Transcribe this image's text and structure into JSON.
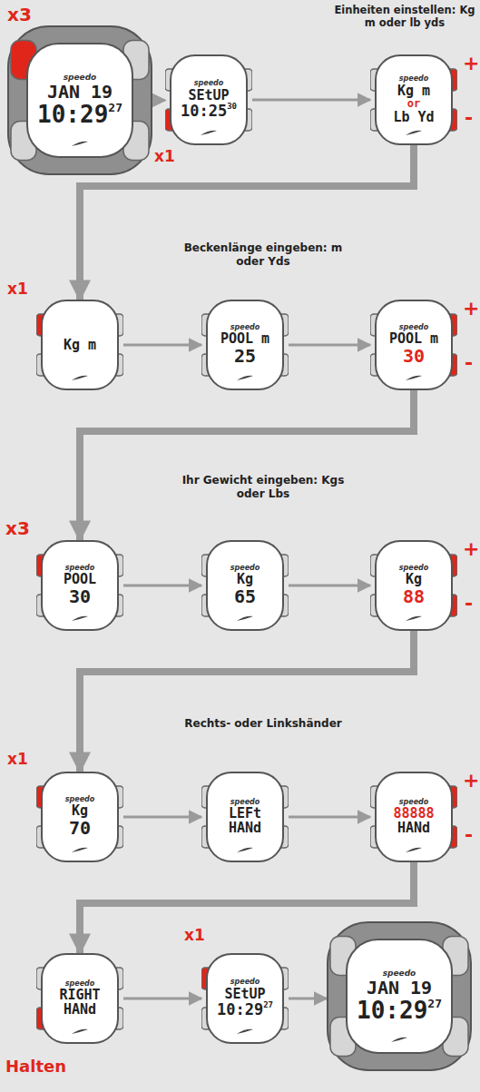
{
  "diagram": {
    "nodes": [
      {
        "text": [
          "speedo",
          "JAN 19",
          "10:29",
          "27"
        ]
      },
      {
        "text": [
          "speedo",
          "SEtUP",
          "10:25",
          "30"
        ]
      },
      {
        "text": [
          "speedo",
          "Kg m",
          "or",
          "Lb Yd"
        ]
      },
      {
        "text": [
          "Kg m"
        ]
      },
      {
        "text": [
          "speedo",
          "POOL m",
          "25"
        ]
      },
      {
        "text": [
          "speedo",
          "POOL m",
          "30"
        ]
      },
      {
        "text": [
          "speedo",
          "POOL",
          "30"
        ]
      },
      {
        "text": [
          "speedo",
          "Kg",
          "65"
        ]
      },
      {
        "text": [
          "speedo",
          "Kg",
          "88"
        ]
      },
      {
        "text": [
          "speedo",
          "Kg",
          "70"
        ]
      },
      {
        "text": [
          "speedo",
          "LEFt",
          "HANd"
        ]
      },
      {
        "text": [
          "speedo",
          "88888",
          "HANd"
        ]
      },
      {
        "text": [
          "speedo",
          "RIGHT",
          "HANd"
        ]
      },
      {
        "text": [
          "speedo",
          "SEtUP",
          "10:29",
          "27"
        ]
      },
      {
        "text": [
          "speedo",
          "JAN 19",
          "10:29",
          "27"
        ]
      }
    ],
    "edges": [
      {
        "from": 0,
        "to": 1,
        "arrow": "to"
      },
      {
        "from": 1,
        "to": 2,
        "arrow": "to"
      },
      {
        "from": 2,
        "to": 3,
        "arrow": "to"
      },
      {
        "from": 3,
        "to": 4,
        "arrow": "to"
      },
      {
        "from": 4,
        "to": 5,
        "arrow": "to"
      },
      {
        "from": 5,
        "to": 6,
        "arrow": "to"
      },
      {
        "from": 6,
        "to": 7,
        "arrow": "to"
      },
      {
        "from": 7,
        "to": 8,
        "arrow": "to"
      },
      {
        "from": 8,
        "to": 9,
        "arrow": "to"
      },
      {
        "from": 9,
        "to": 10,
        "arrow": "to"
      },
      {
        "from": 10,
        "to": 11,
        "arrow": "to"
      },
      {
        "from": 11,
        "to": 12,
        "arrow": "to"
      },
      {
        "from": 12,
        "to": 13,
        "arrow": "to"
      },
      {
        "from": 13,
        "to": 14,
        "arrow": "to"
      }
    ],
    "labels": [
      "Einheiten einstellen: Kg m oder lb yds",
      "x3",
      "x1",
      "+",
      "-",
      "Beckenlänge eingeben: m oder Yds",
      "x1",
      "+",
      "-",
      "Ihr Gewicht eingeben: Kgs oder Lbs",
      "x3",
      "+",
      "-",
      "Rechts- oder Linkshänder",
      "x1",
      "+",
      "-",
      "x1",
      "Halten"
    ]
  }
}
